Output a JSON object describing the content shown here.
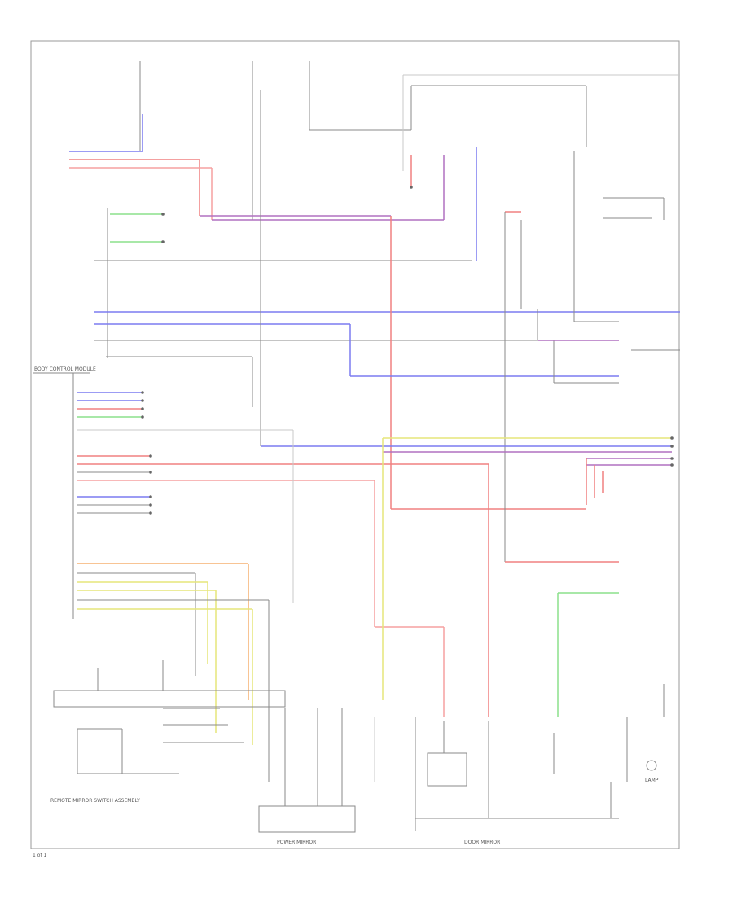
{
  "footer": {
    "page_label": "1 of 1"
  },
  "components": {
    "bottom_left_caption": "REMOTE MIRROR SWITCH ASSEMBLY",
    "bottom_center_caption": "POWER MIRROR",
    "bottom_right_caption": "DOOR MIRROR",
    "left_module_title": "BODY CONTROL MODULE",
    "lamp_label": "LAMP"
  },
  "colors": {
    "blue": "#7b7bf0",
    "red": "#f08080",
    "pink": "#f5a0a0",
    "green": "#8be08b",
    "yellow": "#e6e67a",
    "orange": "#f5b070",
    "purple": "#b070c0"
  }
}
